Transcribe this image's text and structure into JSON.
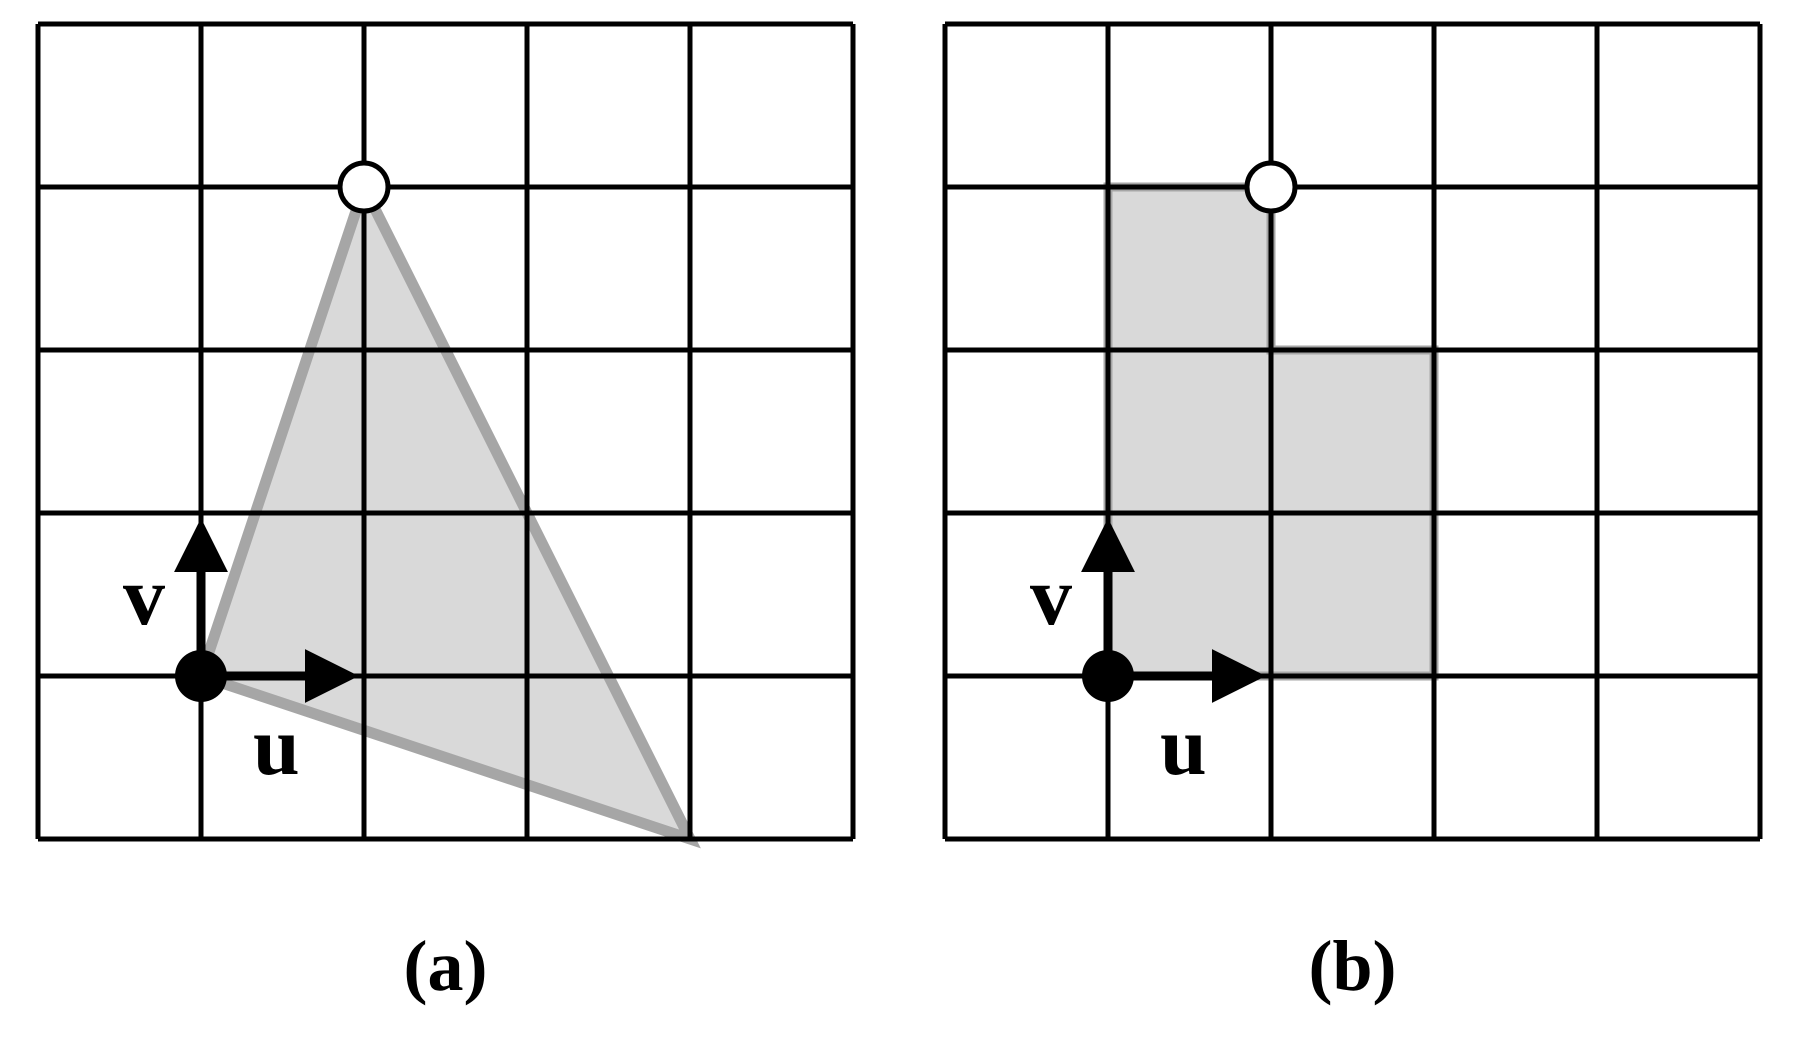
{
  "panels": [
    {
      "id": "a",
      "caption": "(a)",
      "vector_u_label": "u",
      "vector_v_label": "v",
      "grid": {
        "columns": 5,
        "rows": 5
      },
      "origin_cell": [
        1,
        4
      ],
      "open_point_cell": [
        2,
        1
      ],
      "region_type": "triangle",
      "triangle_vertices": [
        [
          1,
          4
        ],
        [
          2,
          1
        ],
        [
          4,
          5
        ]
      ]
    },
    {
      "id": "b",
      "caption": "(b)",
      "vector_u_label": "u",
      "vector_v_label": "v",
      "grid": {
        "columns": 5,
        "rows": 5
      },
      "origin_cell": [
        1,
        4
      ],
      "open_point_cell": [
        2,
        1
      ],
      "region_type": "cells",
      "shaded_cells": [
        [
          1,
          1
        ],
        [
          1,
          2
        ],
        [
          2,
          2
        ],
        [
          1,
          3
        ],
        [
          2,
          3
        ]
      ]
    }
  ],
  "colors": {
    "grid": "#000000",
    "region_fill": "#d9d9d9",
    "region_stroke": "#a6a6a6",
    "arrow": "#000000",
    "open_point_fill": "#ffffff"
  }
}
